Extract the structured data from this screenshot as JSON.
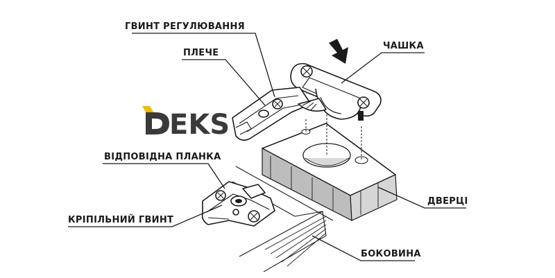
{
  "labels": {
    "adjust_screw": "ГВИНТ РЕГУЛЮВАННЯ",
    "arm": "ПЛЕЧЕ",
    "cup": "ЧАШКА",
    "mounting_plate": "ВІДПОВІДНА ПЛАНКА",
    "fixing_screw": "КРІПІЛЬНИЙ ГВИНТ",
    "door": "ДВЕРЦІ",
    "side_panel": "БОКОВИНА"
  },
  "logo": {
    "text": "EKS",
    "accent_color": "#f2b705",
    "text_color": "#3a3a3a"
  },
  "colors": {
    "door_panel": "#bdbdbd",
    "line": "#1a1a1a"
  }
}
